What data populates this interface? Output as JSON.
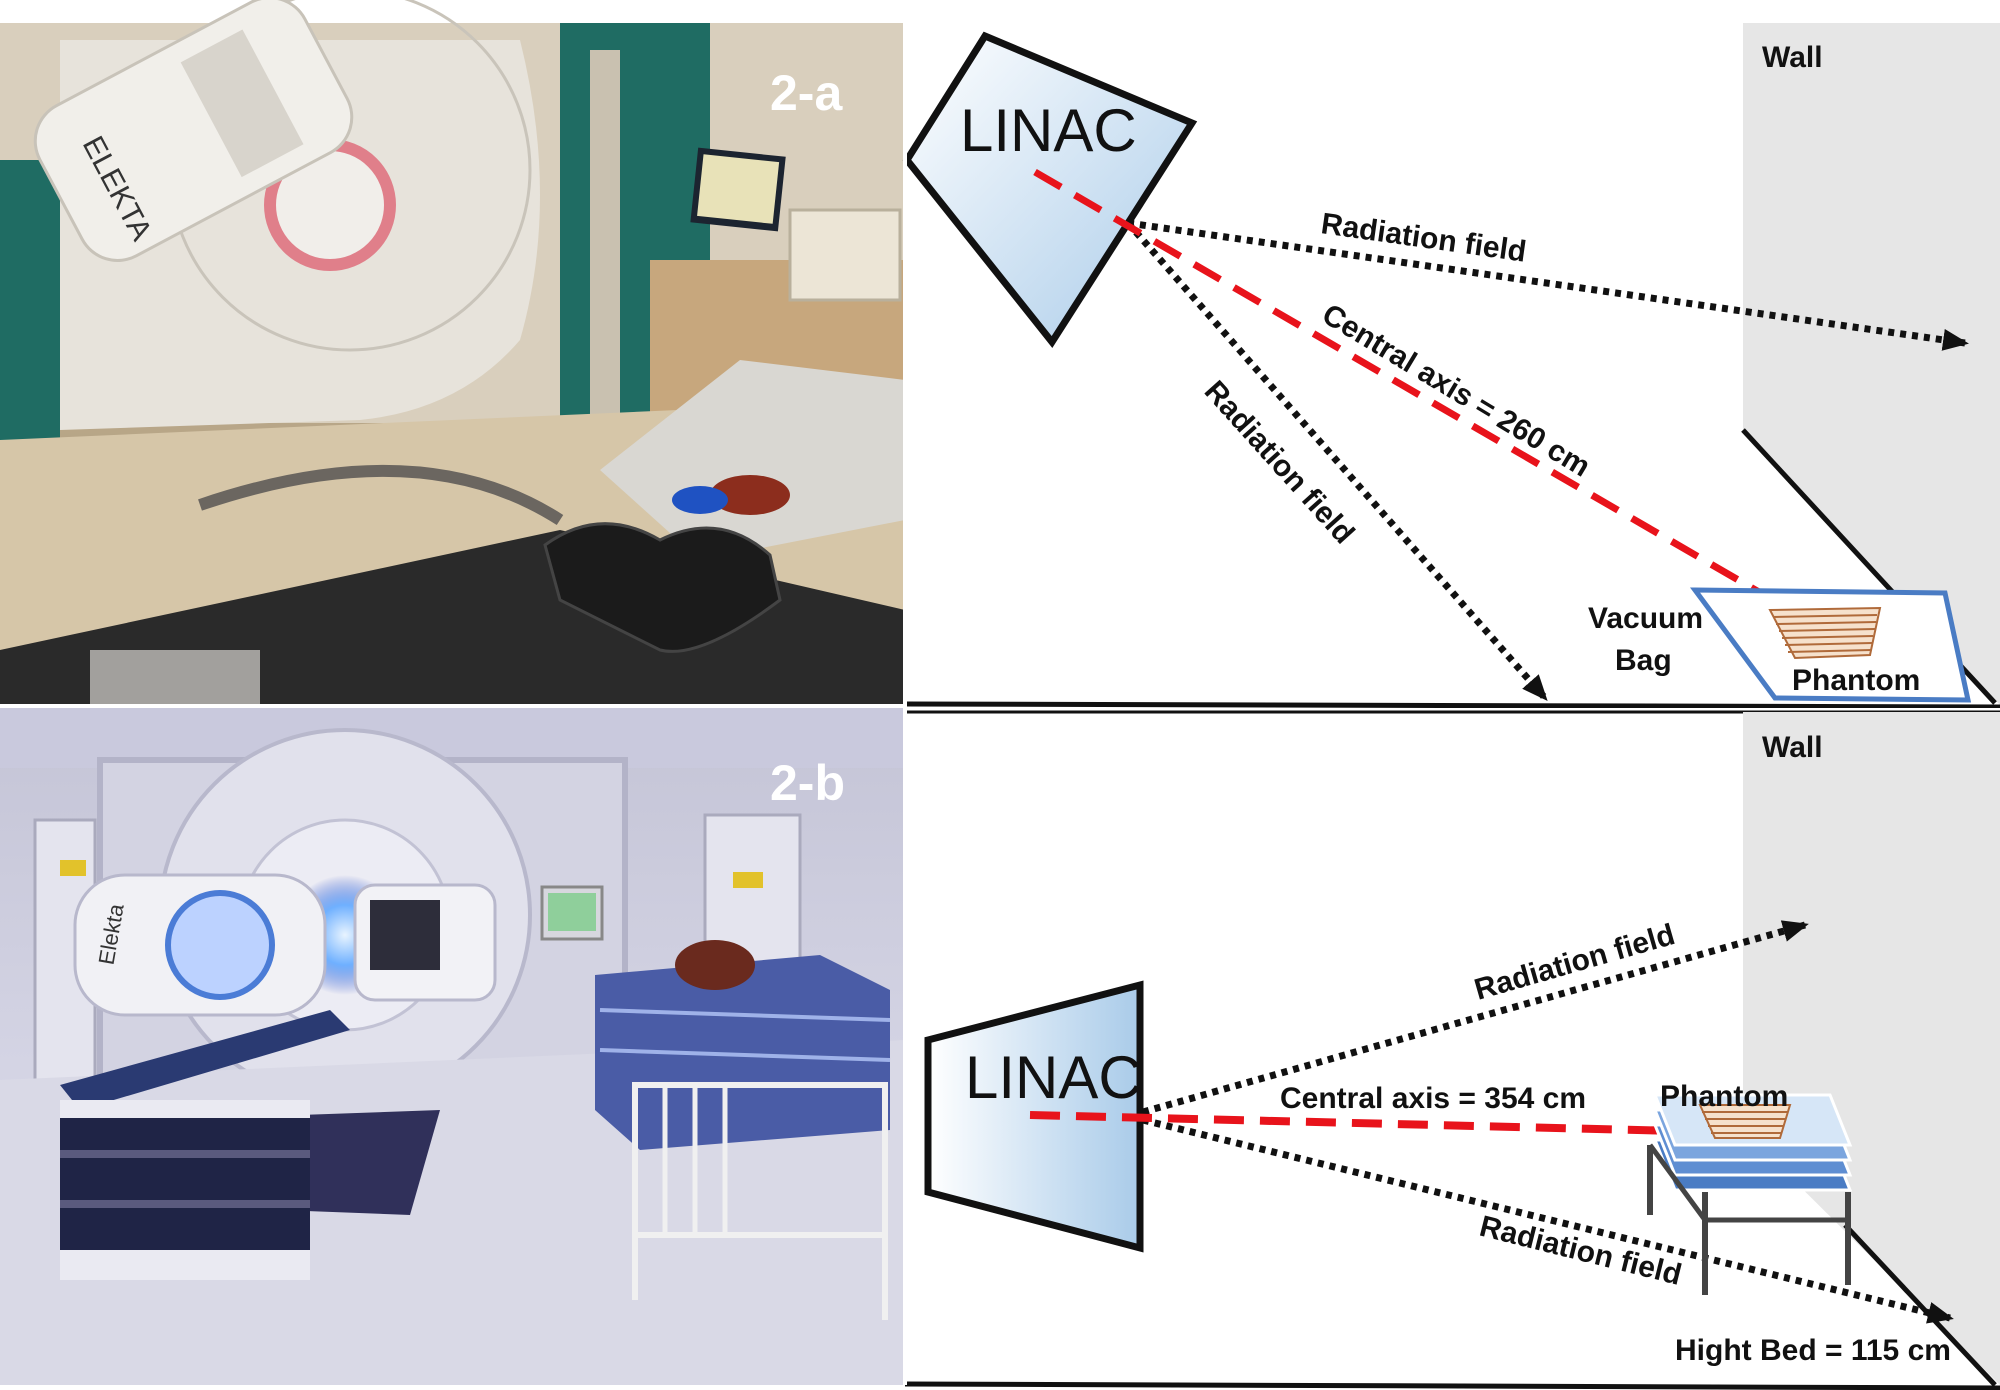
{
  "panel_a": {
    "tag": "2-a",
    "photo_brand": "ELEKTA",
    "diagram": {
      "wall": "Wall",
      "linac": "LINAC",
      "field_upper": "Radiation field",
      "field_lower": "Radiation field",
      "central_axis": "Central axis = 260 cm",
      "vacuum_bag_line1": "Vacuum",
      "vacuum_bag_line2": "Bag",
      "phantom": "Phantom"
    }
  },
  "panel_b": {
    "tag": "2-b",
    "photo_brand": "Elekta",
    "diagram": {
      "wall": "Wall",
      "linac": "LINAC",
      "field_upper": "Radiation field",
      "field_lower": "Radiation field",
      "central_axis": "Central axis = 354 cm",
      "phantom": "Phantom",
      "bed_height": "Hight Bed = 115 cm"
    }
  },
  "colors": {
    "axis_red": "#e8131b",
    "linac_fill": "#b9d6ee",
    "vacuum_bag_blue": "#4a7cc4",
    "phantom_brown": "#b06a3a",
    "wall_grey": "#e6e6e6"
  }
}
